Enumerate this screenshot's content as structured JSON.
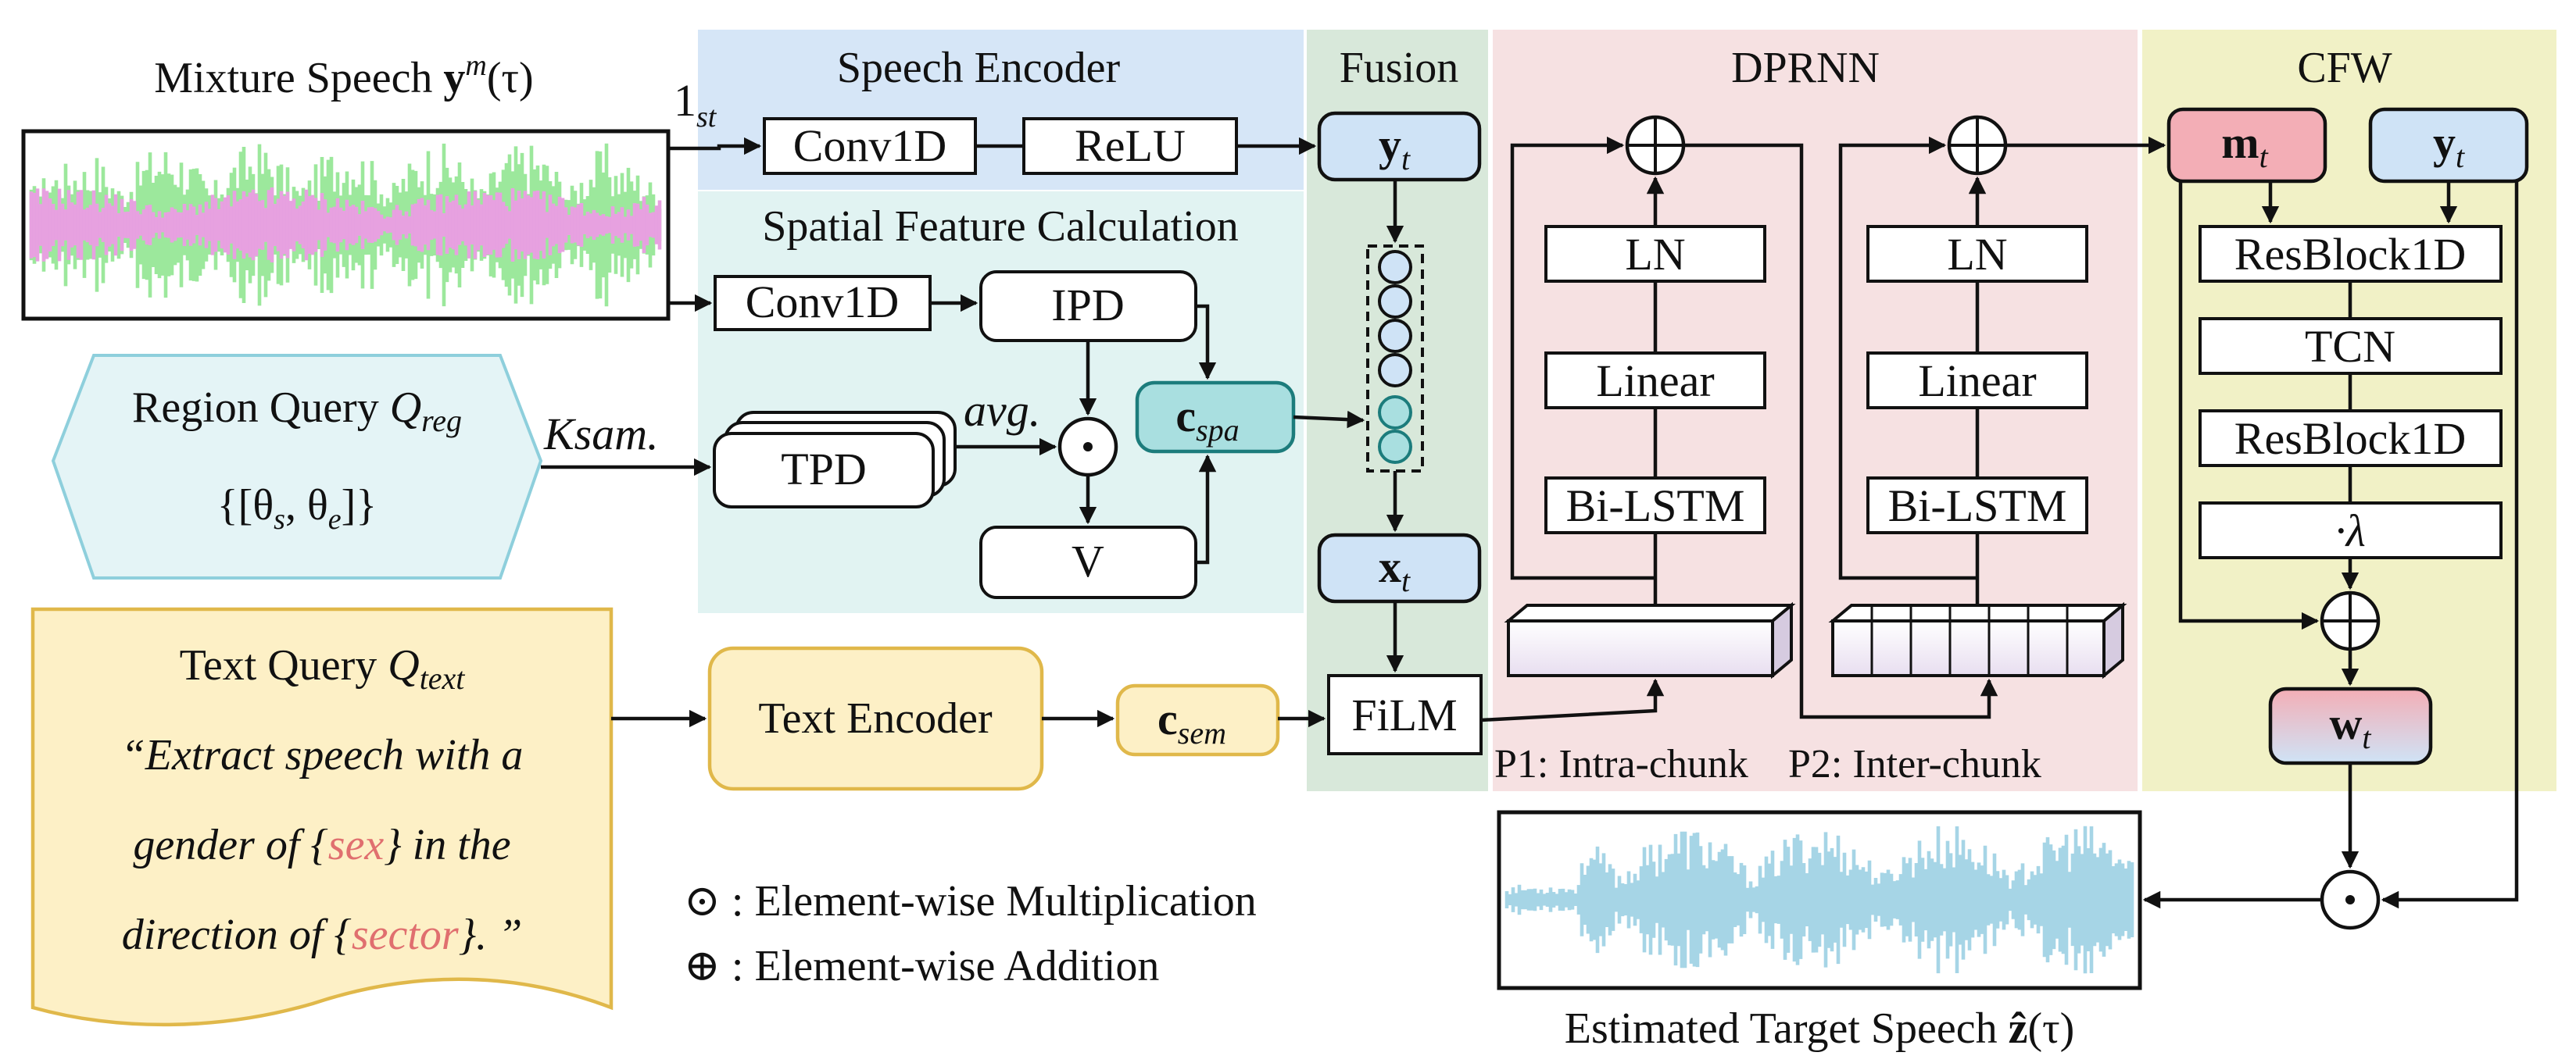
{
  "colors": {
    "speech_encoder_bg": "#d6e6f7",
    "spatial_bg": "#e1f3f2",
    "fusion_bg": "#d8e8da",
    "dprnn_bg": "#f6e1e2",
    "cfw_bg": "#f1f1c6",
    "text_query_bg": "#fdf0c6",
    "text_query_border": "#e0b84a",
    "region_query_bg": "#e4f4f6",
    "region_query_border": "#8ecfdc",
    "node_blue": "#cfe3f6",
    "node_teal": "#a9dfe0",
    "node_pink": "#f3aeb6",
    "highlight_red": "#e06f6f",
    "wave_green": "#9ce89c",
    "wave_pink": "#e7a1e0",
    "wave_blue": "#a6d5e6"
  },
  "titles": {
    "mixture_prefix": "Mixture Speech ",
    "mixture_sym": "y",
    "mixture_sup": "m",
    "mixture_suffix": "(τ)",
    "speech_encoder": "Speech Encoder",
    "spatial": "Spatial Feature Calculation",
    "fusion": "Fusion",
    "dprnn": "DPRNN",
    "cfw": "CFW",
    "estimated_prefix": "Estimated Target Speech ",
    "estimated_sym": "ẑ",
    "estimated_suffix": "(τ)"
  },
  "speech_encoder": {
    "first_label": "1",
    "first_sub": "st",
    "conv": "Conv1D",
    "relu": "ReLU"
  },
  "spatial": {
    "conv": "Conv1D",
    "ipd": "IPD",
    "tpd": "TPD",
    "avg": "avg.",
    "v": "V",
    "ksam": "Ksam."
  },
  "nodes": {
    "c_spa": "c",
    "c_spa_sub": "spa",
    "c_sem": "c",
    "c_sem_sub": "sem",
    "y_t": "y",
    "y_t_sub": "t",
    "x_t": "x",
    "x_t_sub": "t",
    "m_t": "m",
    "m_t_sub": "t",
    "w_t": "w",
    "w_t_sub": "t",
    "film": "FiLM"
  },
  "region_query": {
    "title": "Region Query ",
    "sym": "Q",
    "sub": "reg",
    "set": "{[θ",
    "s_sub": "s",
    "mid": ", θ",
    "e_sub": "e",
    "close": "]}"
  },
  "text_query": {
    "title": "Text Query ",
    "sym": "Q",
    "sub": "text",
    "line1": "“Extract speech with a",
    "line2_a": "gender of {",
    "line2_hl": "sex",
    "line2_b": "} in the",
    "line3_a": "direction of {",
    "line3_hl": "sector",
    "line3_b": "}. ”"
  },
  "text_encoder": "Text Encoder",
  "dprnn": {
    "ln": "LN",
    "linear": "Linear",
    "bilstm": "Bi-LSTM",
    "p1": "P1: Intra-chunk",
    "p2": "P2: Inter-chunk"
  },
  "cfw": {
    "res1": "ResBlock1D",
    "tcn": "TCN",
    "res2": "ResBlock1D",
    "lambda": "·λ"
  },
  "legend": {
    "mult_sym": "⊙",
    "mult": " : Element-wise Multiplication",
    "add_sym": "⊕",
    "add": " : Element-wise Addition"
  }
}
